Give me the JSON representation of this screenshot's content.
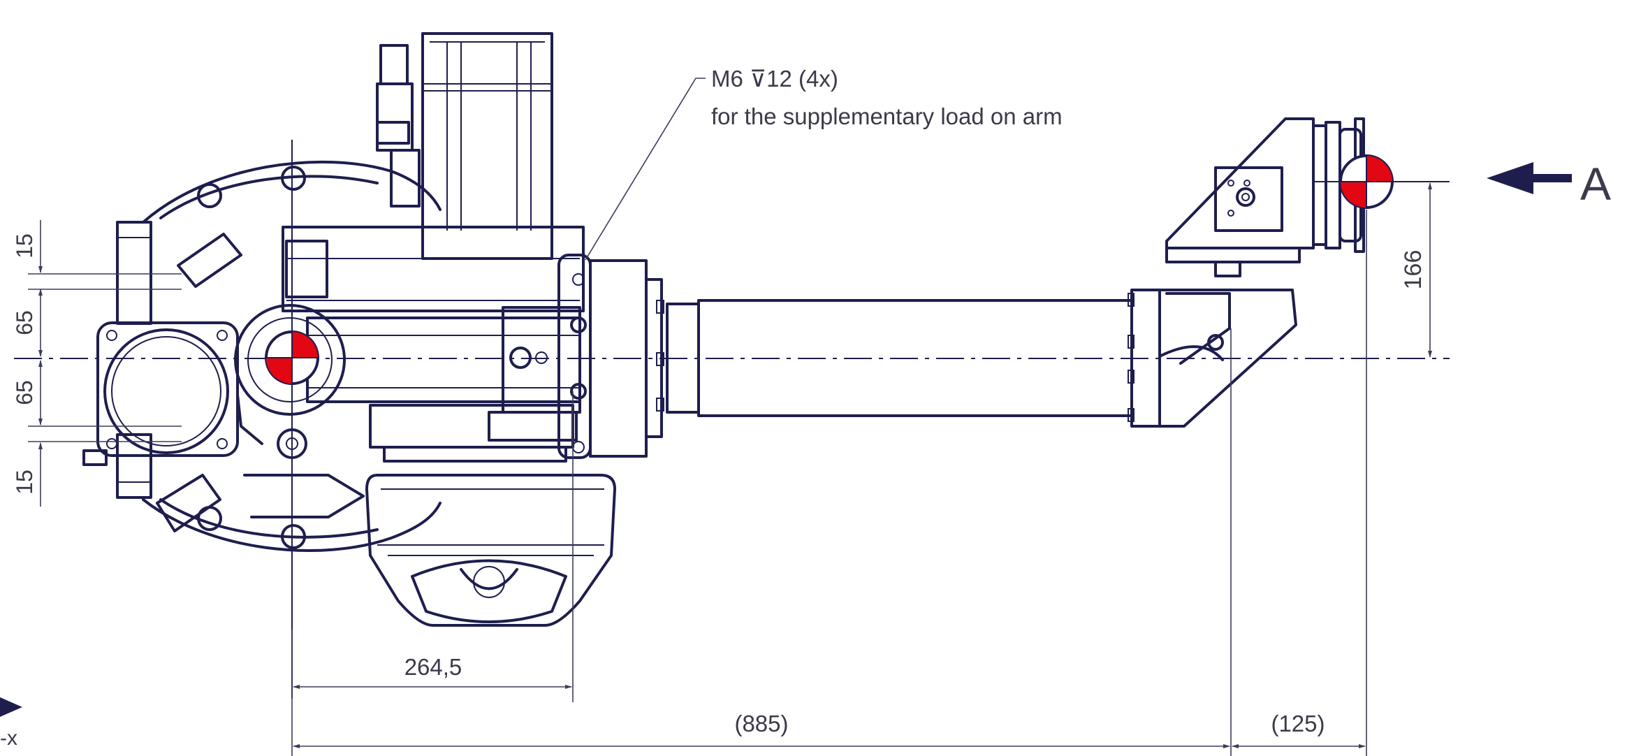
{
  "callout": {
    "line1": "M6 ⊽12 (4x)",
    "line2": "for the supplementary load on arm"
  },
  "view_label": "A",
  "axis_label": "-x",
  "dimensions": {
    "left_15_top": "15",
    "left_65_top": "65",
    "left_65_bottom": "65",
    "left_15_bottom": "15",
    "vertical_166": "166",
    "horizontal_264_5": "264,5",
    "horizontal_885": "(885)",
    "horizontal_125": "(125)"
  },
  "colors": {
    "line": "#1e1e4e",
    "cog_marker": "#e30613",
    "text": "#3a3a4a"
  },
  "icons": [
    "cog-marker-icon",
    "view-arrow-icon",
    "axis-arrow-icon"
  ]
}
